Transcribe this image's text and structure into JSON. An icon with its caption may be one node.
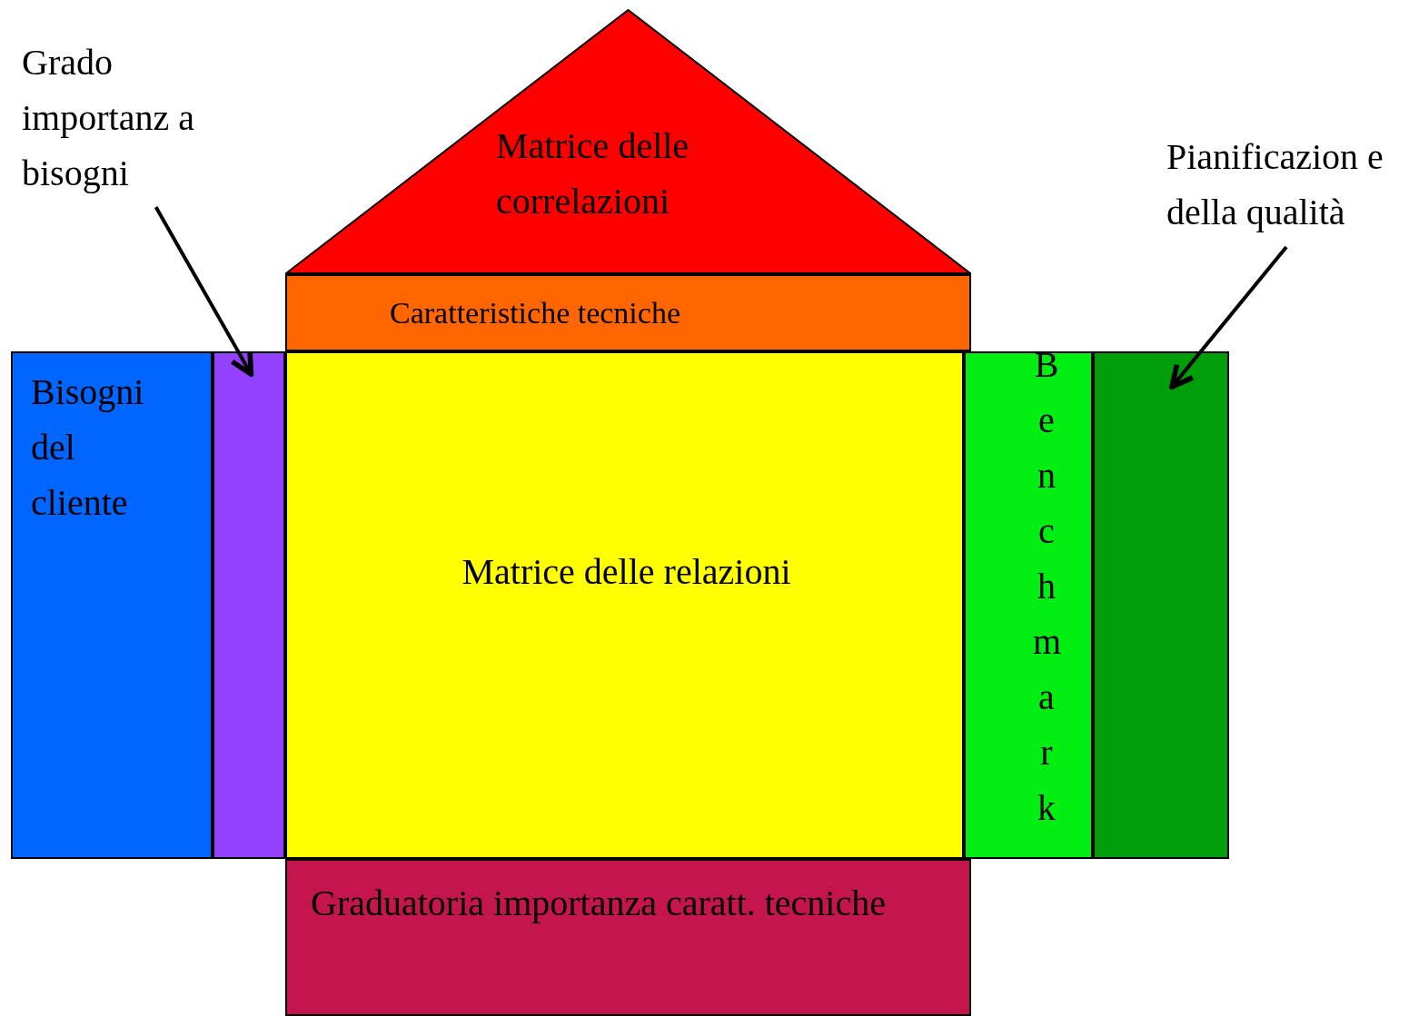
{
  "diagram": {
    "nodes": [
      {
        "text": [
          "Matrice delle correlazioni"
        ]
      },
      {
        "text": [
          "Caratteristiche tecniche"
        ]
      },
      {
        "text": [
          "Bisogni del cliente"
        ]
      },
      {
        "text": [],
        "shape": "box"
      },
      {
        "text": [
          "Matrice delle relazioni"
        ]
      },
      {
        "text": [
          "Benchmark"
        ]
      },
      {
        "text": [],
        "shape": "box"
      },
      {
        "text": [
          "Graduatoria importanza caratt. tecniche"
        ]
      },
      {
        "text": [
          "Grado importanz a bisogni"
        ]
      },
      {
        "text": [
          "Pianificazion e della qualità"
        ]
      }
    ],
    "edges": [
      {
        "from": 8,
        "to": 3,
        "arrow": "to"
      },
      {
        "from": 9,
        "to": 6,
        "arrow": "to"
      }
    ]
  }
}
